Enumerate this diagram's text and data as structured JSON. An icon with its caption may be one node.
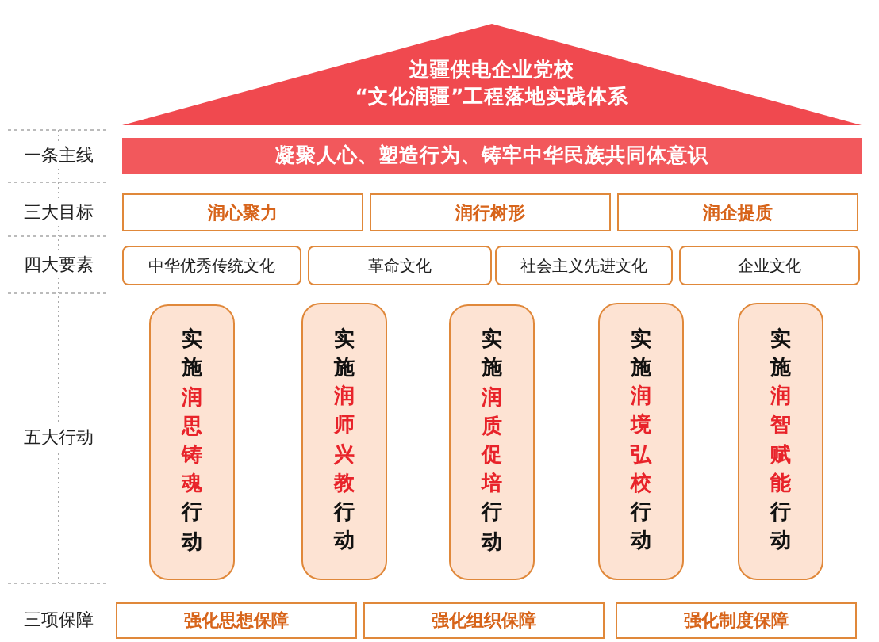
{
  "diagram": {
    "nodes": [
      {
        "text": [
          "边疆供电企业党校",
          "“文化润疆”工程落地实践体系"
        ]
      },
      {
        "text": [
          "凝聚人心、塑造行为、铸牢中华民族共同体意识"
        ]
      },
      {
        "text": [
          "润心聚力"
        ]
      },
      {
        "text": [
          "润行树形"
        ]
      },
      {
        "text": [
          "润企提质"
        ]
      },
      {
        "text": [
          "中华优秀传统文化"
        ]
      },
      {
        "text": [
          "革命文化"
        ]
      },
      {
        "text": [
          "社会主义先进文化"
        ]
      },
      {
        "text": [
          "企业文化"
        ]
      },
      {
        "text": [
          "实施",
          "润思铸魂",
          "行动"
        ]
      },
      {
        "text": [
          "实施",
          "润师兴教",
          "行动"
        ]
      },
      {
        "text": [
          "实施",
          "润质促培",
          "行动"
        ]
      },
      {
        "text": [
          "实施",
          "润境弘校",
          "行动"
        ]
      },
      {
        "text": [
          "实施",
          "润智赋能",
          "行动"
        ]
      },
      {
        "text": [
          "强化思想保障"
        ]
      },
      {
        "text": [
          "强化组织保障"
        ]
      },
      {
        "text": [
          "强化制度保障"
        ]
      }
    ],
    "labels": [
      "一条主线",
      "三大目标",
      "四大要素",
      "五大行动",
      "三项保障"
    ]
  }
}
